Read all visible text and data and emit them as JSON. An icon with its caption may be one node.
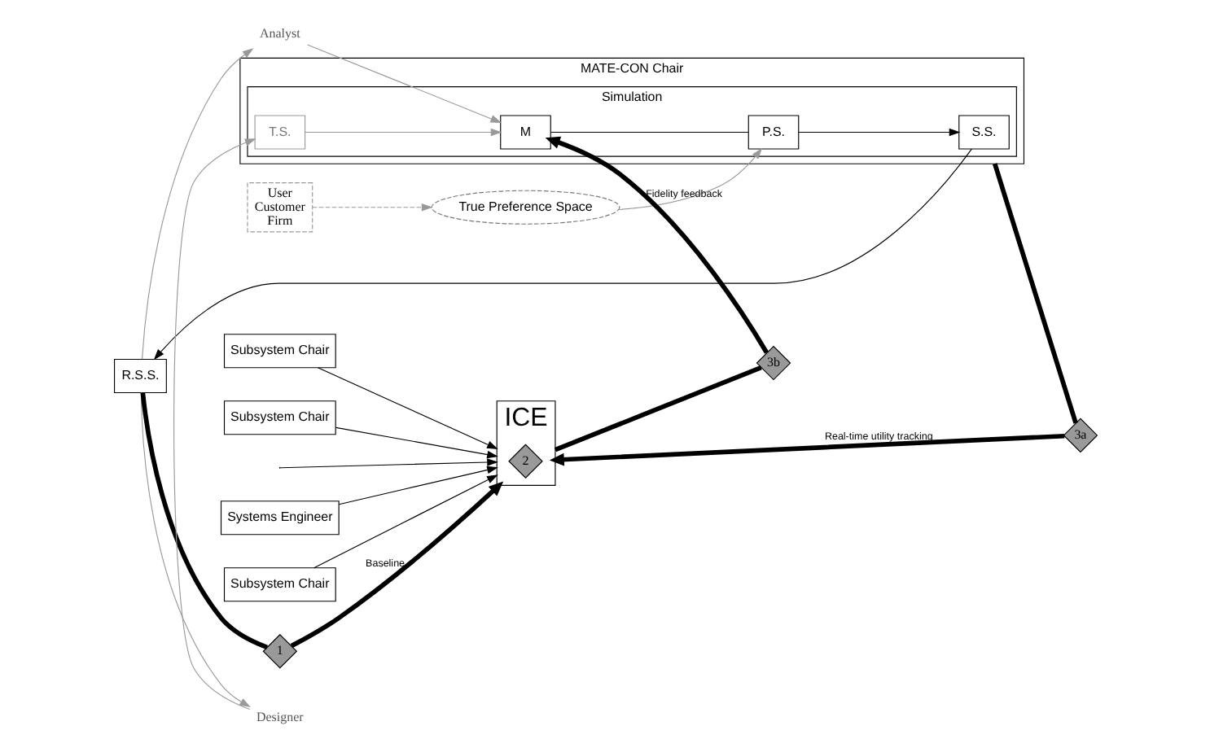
{
  "diagram": {
    "nodes": [
      {
        "text": [
          "True Preference Space"
        ]
      },
      {
        "text": [
          "User",
          "Customer",
          "Firm"
        ]
      },
      {
        "text": [
          "MATE-CON Chair"
        ]
      },
      {
        "text": [
          "Simulation"
        ],
        "in": 2
      },
      {
        "text": [
          "T.S."
        ],
        "in": 3
      },
      {
        "text": [
          "M"
        ],
        "in": 3
      },
      {
        "text": [
          "P.S."
        ],
        "in": 3
      },
      {
        "text": [
          "S.S."
        ],
        "in": 3
      },
      {
        "text": [
          "Systems Engineer"
        ]
      },
      {
        "text": [
          "Subsystem Chair"
        ]
      },
      {
        "text": [
          "3a"
        ]
      },
      {
        "text": [
          "R.S.S."
        ]
      },
      {
        "text": [
          "Designer"
        ]
      },
      {
        "text": [
          "1"
        ]
      },
      {
        "text": [
          "ICE"
        ]
      },
      {
        "text": [
          "2"
        ],
        "in": 14
      },
      {
        "text": [
          "3b"
        ]
      },
      {
        "text": [
          "Analyst"
        ]
      },
      {
        "text": [
          "Subsystem Chair"
        ]
      },
      {
        "text": [
          "Subsystem Chair"
        ]
      }
    ],
    "edges": [
      {
        "from": 1,
        "to": 0,
        "arrow": "to",
        "style": "dashed",
        "color": "#999999"
      },
      {
        "from": 0,
        "to": 6,
        "arrow": "to",
        "color": "#999999"
      },
      {
        "from": 4,
        "to": 5,
        "arrow": "to",
        "color": "#999999"
      },
      {
        "from": 5,
        "to": 6,
        "arrow": "none"
      },
      {
        "from": 6,
        "to": 7,
        "arrow": "to"
      },
      {
        "from": 7,
        "to": 11,
        "arrow": "to"
      },
      {
        "from": 11,
        "to": 12,
        "arrow": "to",
        "color": "#999999"
      },
      {
        "from": 12,
        "to": 4,
        "arrow": "to",
        "color": "#999999"
      },
      {
        "from": 11,
        "to": 17,
        "arrow": "to",
        "color": "#999999"
      },
      {
        "from": 17,
        "to": 5,
        "arrow": "to",
        "color": "#999999"
      },
      {
        "from": 11,
        "to": 13,
        "arrow": "none",
        "style": "thick"
      },
      {
        "from": 13,
        "to": 14,
        "label": "Baseline",
        "arrow": "to",
        "style": "thick"
      },
      {
        "from": 2,
        "to": 10,
        "arrow": "none",
        "style": "thick"
      },
      {
        "from": 10,
        "to": 14,
        "label": "Real-time utility tracking",
        "arrow": "to",
        "style": "thick"
      },
      {
        "from": 14,
        "to": 16,
        "arrow": "none",
        "style": "thick"
      },
      {
        "from": 16,
        "to": 5,
        "label": "Fidelity feedback",
        "arrow": "to",
        "style": "thick"
      },
      {
        "from": 8,
        "to": 14,
        "arrow": "to"
      },
      {
        "from": 9,
        "to": 14,
        "arrow": "to"
      },
      {
        "from": 18,
        "to": 14,
        "arrow": "to"
      },
      {
        "from": 19,
        "to": 14,
        "arrow": "to"
      },
      {
        "from": null,
        "to": 14,
        "arrow": "to"
      }
    ]
  }
}
